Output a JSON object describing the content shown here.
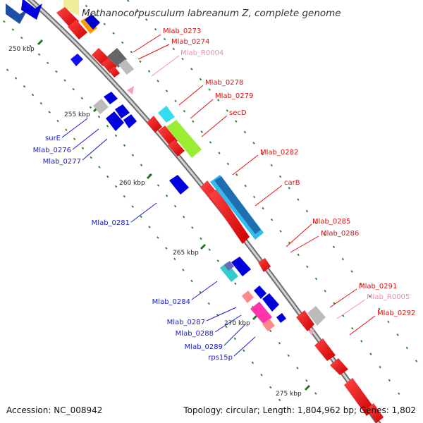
{
  "title": "Methanocorpusculum labreanum Z, complete genome",
  "footer": {
    "accession": "Accession: NC_008942",
    "summary": "Topology: circular; Length: 1,804,962 bp; Genes: 1,802"
  },
  "ticks": [
    "250 kbp",
    "255 kbp",
    "260 kbp",
    "265 kbp",
    "270 kbp",
    "275 kbp"
  ],
  "colors": {
    "forward_label": "#dd1111",
    "reverse_label": "#1a1acc",
    "rna_label": "#f08fb0",
    "backbone": "#9c9c9c",
    "tick_mark": "#2d8a2d",
    "cds_forward": "#ff0000",
    "cds_reverse": "#0000ee",
    "rna": "#ff99cc",
    "highlight_cyan": "#33ddee",
    "highlight_green": "#99ee33"
  },
  "labels": {
    "right": [
      "Mlab_0273",
      "Mlab_0274",
      "Mlab_R0004",
      "Mlab_0278",
      "Mlab_0279",
      "secD",
      "Mlab_0282",
      "carB",
      "Mlab_0285",
      "Mlab_0286",
      "Mlab_0291",
      "Mlab_R0005",
      "Mlab_0292"
    ],
    "left": [
      "surE",
      "Mlab_0276",
      "Mlab_0277",
      "Mlab_0281",
      "Mlab_0284",
      "Mlab_0287",
      "Mlab_0288",
      "Mlab_0289",
      "rps15p"
    ]
  }
}
